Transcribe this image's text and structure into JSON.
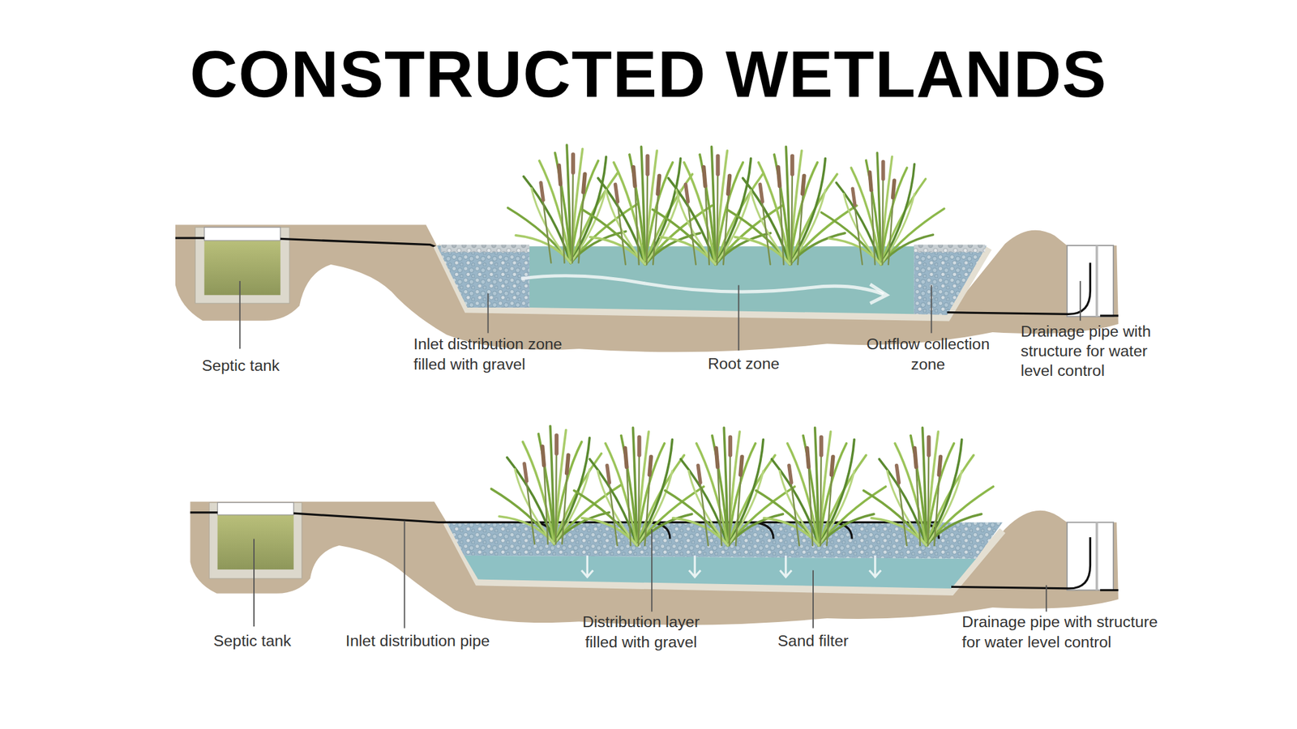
{
  "diagram": {
    "title": "CONSTRUCTED WETLANDS",
    "labels": [
      "Septic tank",
      "Inlet distribution zone filled with gravel",
      "Root zone",
      "Outflow collection zone",
      "Drainage pipe with structure for water level control",
      "Septic tank",
      "Inlet distribution pipe",
      "Distribution layer filled with gravel",
      "Sand filter",
      "Drainage pipe with structure for water level control"
    ]
  }
}
